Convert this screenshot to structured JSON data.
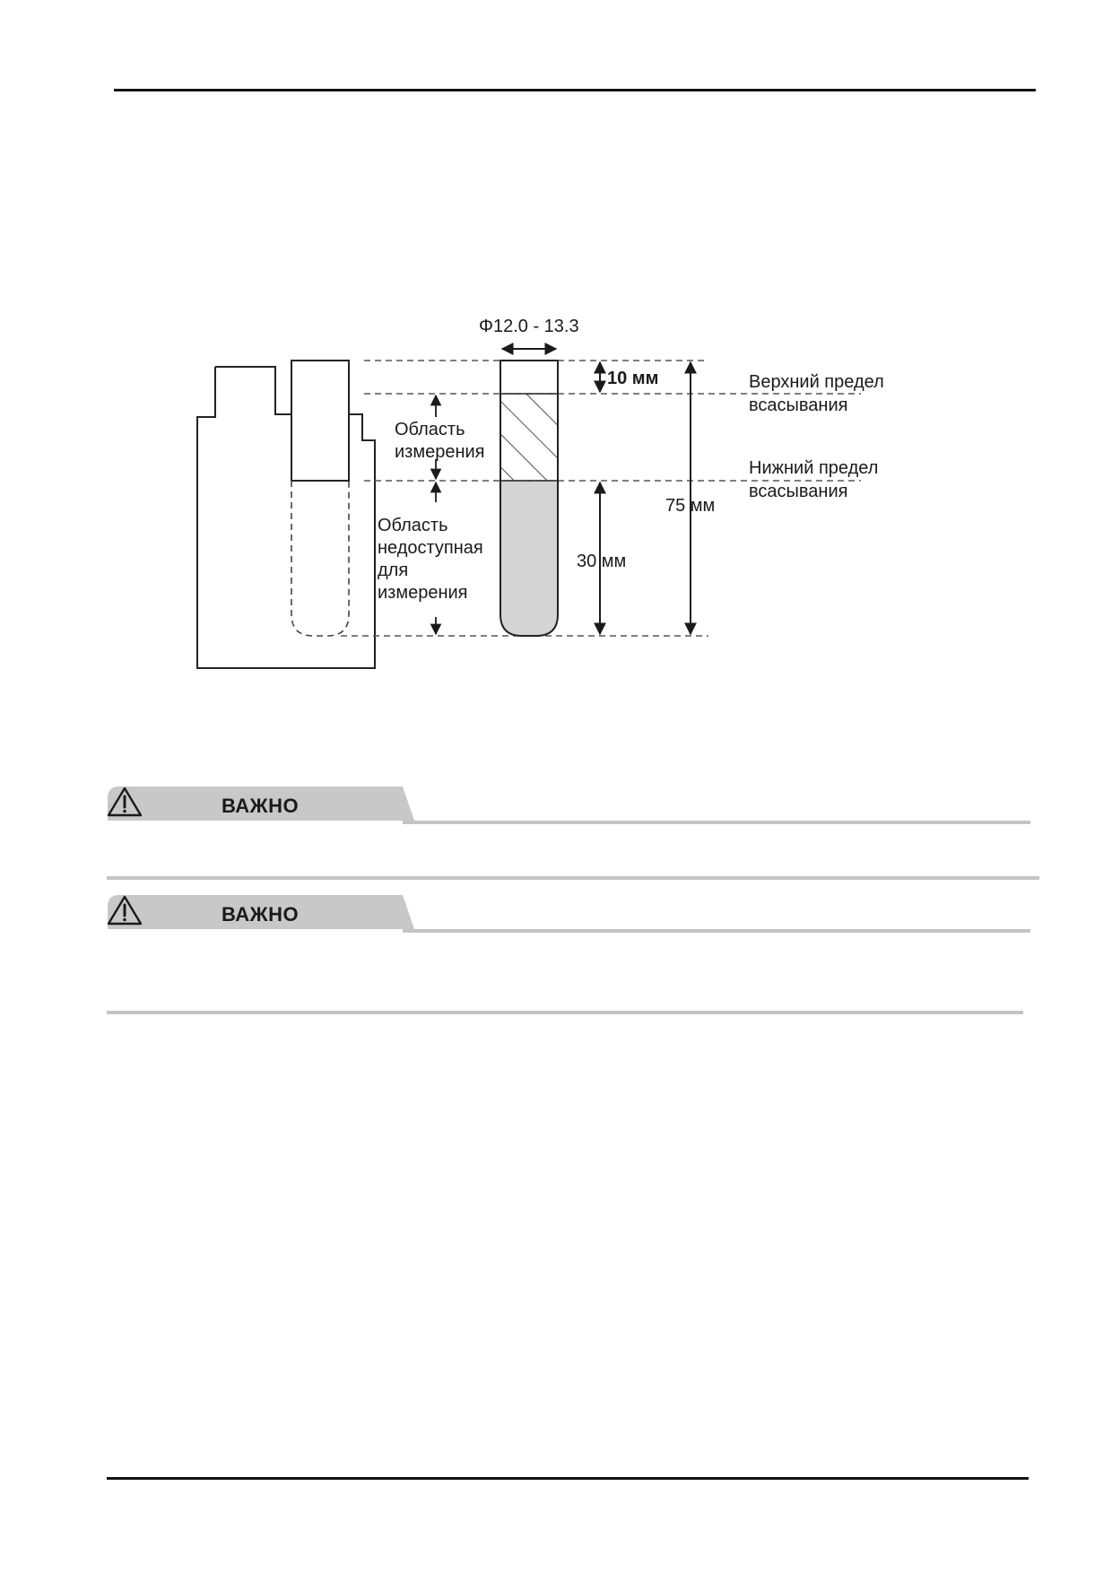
{
  "diagram": {
    "diameter_label": "Φ12.0 - 13.3",
    "top_gap_label": "10 мм",
    "measurement_area_label": [
      "Область",
      "измерения"
    ],
    "unmeasurable_area_label": [
      "Область",
      "недоступная",
      "для",
      "измерения"
    ],
    "upper_limit_label": [
      "Верхний предел",
      "всасывания"
    ],
    "lower_limit_label": [
      "Нижний предел",
      "всасывания"
    ],
    "total_length_label": "75 мм",
    "liquid_height_label": "30 мм"
  },
  "notices": [
    {
      "title": "ВАЖНО",
      "icon": "warning-triangle-icon"
    },
    {
      "title": "ВАЖНО",
      "icon": "warning-triangle-icon"
    }
  ],
  "colors": {
    "liquid_fill": "#d4d4d4",
    "notice_tab": "#c8c8c8",
    "rule": "#c4c4c4"
  }
}
